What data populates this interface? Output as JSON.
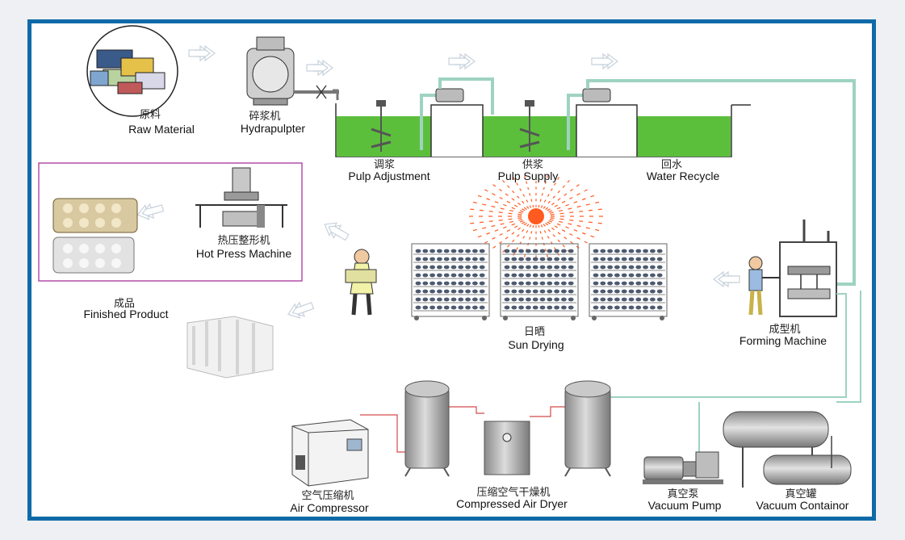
{
  "labels": {
    "raw_material": {
      "cn": "原料",
      "en": "Raw Material"
    },
    "hydrapulpter": {
      "cn": "碎浆机",
      "en": "Hydrapulpter"
    },
    "pulp_adjustment": {
      "cn": "调浆",
      "en": "Pulp Adjustment"
    },
    "pulp_supply": {
      "cn": "供浆",
      "en": "Pulp Supply"
    },
    "water_recycle": {
      "cn": "回水",
      "en": "Water Recycle"
    },
    "hot_press": {
      "cn": "热压整形机",
      "en": "Hot Press Machine"
    },
    "finished_product": {
      "cn": "成品",
      "en": "Finished Product"
    },
    "sun_drying": {
      "cn": "日晒",
      "en": "Sun  Drying"
    },
    "forming_machine": {
      "cn": "成型机",
      "en": "Forming Machine"
    },
    "air_compressor": {
      "cn": "空气压缩机",
      "en": "Air Compressor"
    },
    "air_dryer": {
      "cn": "压缩空气干燥机",
      "en": "Compressed Air Dryer"
    },
    "vacuum_pump": {
      "cn": "真空泵",
      "en": "Vacuum Pump"
    },
    "vacuum_container": {
      "cn": "真空罐",
      "en": "Vacuum Containor"
    }
  },
  "colors": {
    "frame": "#0f6aa8",
    "pulp": "#5cbf3c",
    "pipe": "#9ed3c0",
    "air_pipe": "#d44a4a",
    "sun": "#ff5a1f"
  }
}
